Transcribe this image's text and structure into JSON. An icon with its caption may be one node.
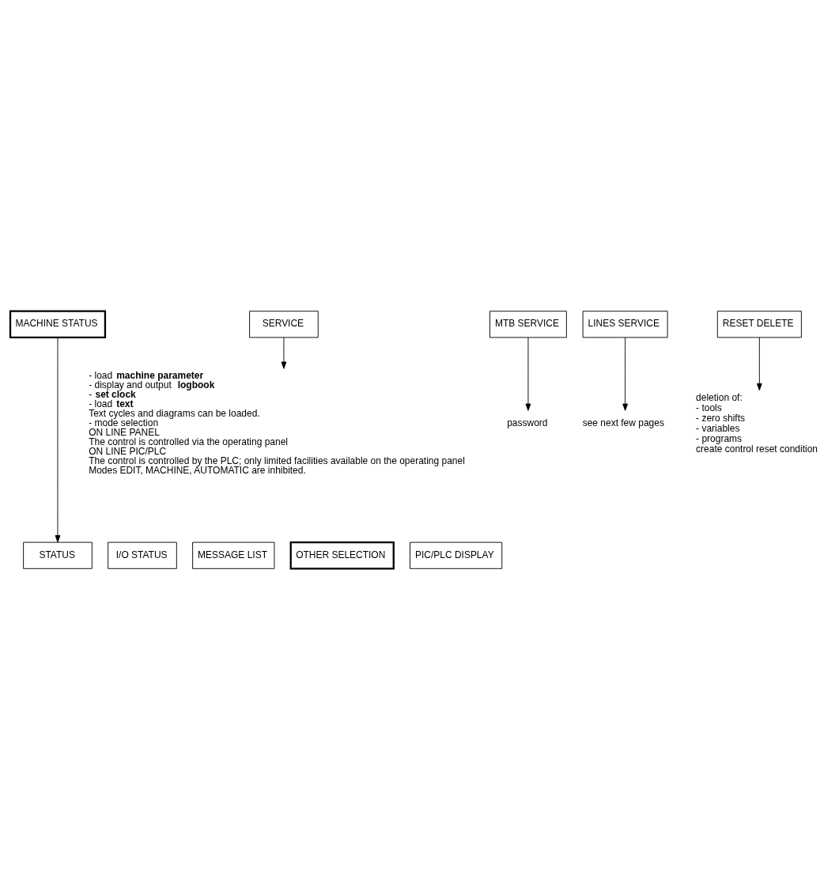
{
  "diagram": {
    "nodes": [
      {
        "text": [
          "MACHINE STATUS"
        ]
      },
      {
        "text": [
          "SERVICE"
        ]
      },
      {
        "text": [
          "MTB SERVICE"
        ]
      },
      {
        "text": [
          "LINES SERVICE"
        ]
      },
      {
        "text": [
          "RESET DELETE"
        ]
      },
      {
        "text": [
          "password"
        ]
      },
      {
        "text": [
          "see next few pages"
        ]
      },
      {
        "text": [
          "deletion of:",
          "- tools",
          "- zero shifts",
          "- variables",
          "- programs",
          "create control reset condition"
        ]
      },
      {
        "text": [
          "- load **machine parameter**",
          "- display and output **logbook**",
          "- **set clock**",
          "- load **text**",
          "Text cycles and diagrams can be loaded.",
          "- mode selection",
          "ON LINE PANEL",
          "The control is controlled via the operating panel",
          "ON LINE PIC/PLC",
          "The control is controlled by the PLC; only limited facilities available on the operating panel",
          "Modes EDIT, MACHINE, AUTOMATIC are inhibited."
        ]
      },
      {
        "text": [
          "STATUS"
        ]
      },
      {
        "text": [
          "I/O STATUS"
        ]
      },
      {
        "text": [
          "MESSAGE LIST"
        ]
      },
      {
        "text": [
          "OTHER SELECTION"
        ]
      },
      {
        "text": [
          "PIC/PLC DISPLAY"
        ]
      }
    ],
    "edges": [
      {
        "from": 0,
        "to": 9,
        "arrow": "to"
      },
      {
        "from": 1,
        "to": 8,
        "arrow": "to"
      },
      {
        "from": 2,
        "to": 5,
        "arrow": "to"
      },
      {
        "from": 3,
        "to": 6,
        "arrow": "to"
      },
      {
        "from": 4,
        "to": 7,
        "arrow": "to"
      }
    ]
  }
}
